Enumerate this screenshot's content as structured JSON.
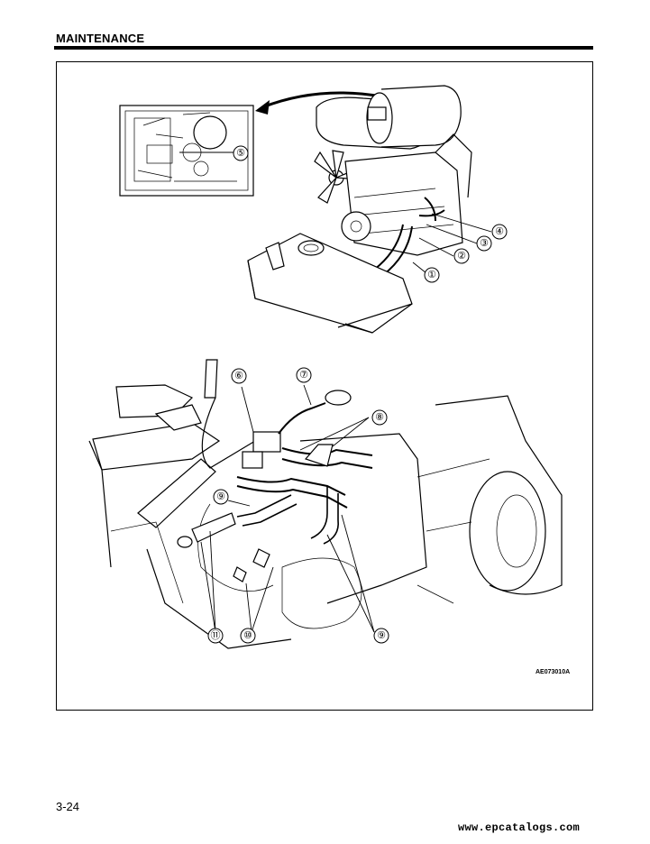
{
  "header": {
    "section_title": "MAINTENANCE"
  },
  "figure": {
    "code": "AE073010A",
    "callouts": [
      "①",
      "②",
      "③",
      "④",
      "⑤",
      "⑥",
      "⑦",
      "⑧",
      "⑨",
      "⑨",
      "⑩",
      "⑪"
    ]
  },
  "footer": {
    "page_number": "3-24",
    "watermark": "www.epcatalogs.com"
  },
  "icons": {
    "diagram": "engine-hydraulic-hose-illustration"
  }
}
